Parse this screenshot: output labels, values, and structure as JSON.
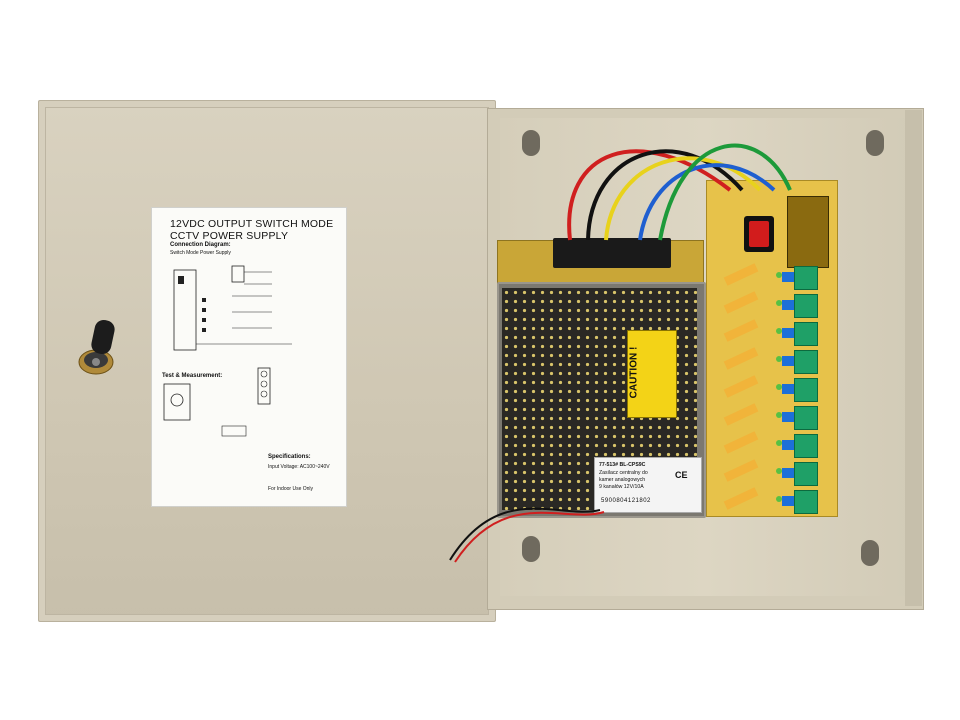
{
  "label": {
    "title_line1": "12VDC OUTPUT SWITCH MODE",
    "title_line2": "CCTV POWER SUPPLY",
    "connection_diagram": "Connection Diagram:",
    "switch_mode_psu": "Switch Mode Power Supply",
    "test_measurement": "Test & Measurement:",
    "specifications": "Specifications:",
    "input_voltage": "Input Voltage: AC100~240V",
    "indoor_use": "For Indoor Use Only"
  },
  "caution": {
    "text": "CAUTION !"
  },
  "sticker": {
    "line1": "77-513# BL-CPS9C",
    "line2": "Zasilacz centralny do",
    "line3": "kamer analogowych",
    "line4": "9 kanałów 12V/10A",
    "ce": "CE",
    "barcode": "5900804121802"
  },
  "colors": {
    "door": "#d6cfbd",
    "pcb": "#e7c24a",
    "switch": "#d21c1c",
    "terminals": "#1fa067",
    "caution": "#f3d317"
  }
}
